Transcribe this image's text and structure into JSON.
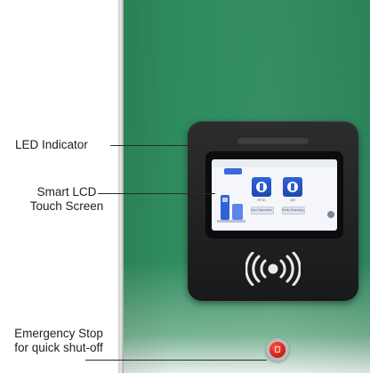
{
  "labels": {
    "led_indicator": "LED Indicator",
    "smart_lcd_line1": "Smart LCD",
    "smart_lcd_line2": "Touch Screen",
    "emergency_line1": "Emergency Stop",
    "emergency_line2": "for quick shut-off"
  },
  "screen": {
    "tile_left_caption": "RFID",
    "tile_right_caption": "QR",
    "button_left": "Card Operation",
    "button_right": "Order Scanning"
  },
  "colors": {
    "panel_green": "#2e8a5d",
    "device_body": "#1f2021",
    "screen_accent": "#2f62d6",
    "estop_red": "#d3231a"
  },
  "icons": {
    "contactless": "contactless-icon",
    "screen_back": "back-icon"
  }
}
